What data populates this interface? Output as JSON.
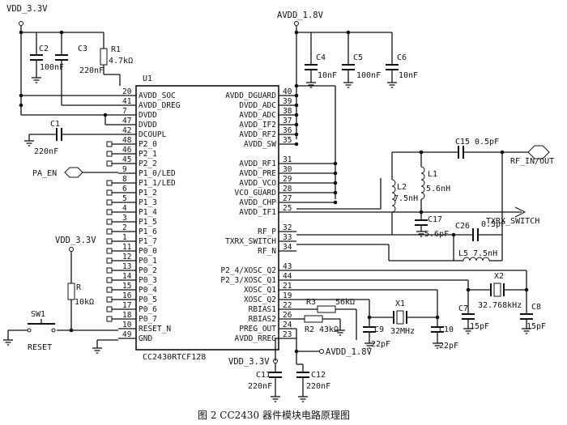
{
  "rails": {
    "vdd_top": "VDD_3.3V",
    "avdd_top": "AVDD_1.8V",
    "vdd_reset": "VDD_3.3V",
    "vdd_bottom": "VDD_3.3V",
    "avdd_bottom": "AVDD_1.8V"
  },
  "chip": {
    "ref": "U1",
    "part": "CC2430RTCF128",
    "left_pins": [
      {
        "num": "20",
        "name": "AVDD_SOC"
      },
      {
        "num": "41",
        "name": "AVDD_DREG"
      },
      {
        "num": "7",
        "name": "DVDD"
      },
      {
        "num": "47",
        "name": "DVDD"
      },
      {
        "num": "42",
        "name": "DCOUPL"
      },
      {
        "num": "48",
        "name": "P2_0"
      },
      {
        "num": "46",
        "name": "P2_1"
      },
      {
        "num": "45",
        "name": "P2_2"
      },
      {
        "num": "9",
        "name": "P1_0/LED"
      },
      {
        "num": "8",
        "name": "P1_1/LED"
      },
      {
        "num": "6",
        "name": "P1_2"
      },
      {
        "num": "5",
        "name": "P1_3"
      },
      {
        "num": "4",
        "name": "P1_4"
      },
      {
        "num": "3",
        "name": "P1_5"
      },
      {
        "num": "2",
        "name": "P1_6"
      },
      {
        "num": "1",
        "name": "P1_7"
      },
      {
        "num": "11",
        "name": "P0_0"
      },
      {
        "num": "12",
        "name": "P0_1"
      },
      {
        "num": "13",
        "name": "P0_2"
      },
      {
        "num": "14",
        "name": "P0_3"
      },
      {
        "num": "15",
        "name": "P0_4"
      },
      {
        "num": "16",
        "name": "P0_5"
      },
      {
        "num": "17",
        "name": "P0_6"
      },
      {
        "num": "18",
        "name": "P0_7"
      },
      {
        "num": "10",
        "name": "RESET_N"
      },
      {
        "num": "49",
        "name": "GND"
      }
    ],
    "right_pins": [
      {
        "num": "40",
        "name": "AVDD_DGUARD"
      },
      {
        "num": "39",
        "name": "DVDD_ADC"
      },
      {
        "num": "38",
        "name": "AVDD_ADC"
      },
      {
        "num": "37",
        "name": "AVDD_IF2"
      },
      {
        "num": "36",
        "name": "AVDD_RF2"
      },
      {
        "num": "35",
        "name": "AVDD_SW"
      },
      {
        "num": "31",
        "name": "AVDD_RF1"
      },
      {
        "num": "30",
        "name": "AVDD_PRE"
      },
      {
        "num": "29",
        "name": "AVDD_VCO"
      },
      {
        "num": "28",
        "name": "VCO_GUARD"
      },
      {
        "num": "27",
        "name": "AVDD_CHP"
      },
      {
        "num": "25",
        "name": "AVDD_IF1"
      },
      {
        "num": "32",
        "name": "RF_P"
      },
      {
        "num": "33",
        "name": "TXRX_SWITCH"
      },
      {
        "num": "34",
        "name": "RF_N"
      },
      {
        "num": "43",
        "name": "P2_4/XOSC_Q2"
      },
      {
        "num": "44",
        "name": "P2_3/XOSC_Q1"
      },
      {
        "num": "21",
        "name": "XOSC_Q1"
      },
      {
        "num": "19",
        "name": "XOSC_Q2"
      },
      {
        "num": "22",
        "name": "RBIAS1"
      },
      {
        "num": "26",
        "name": "RBIAS2"
      },
      {
        "num": "24",
        "name": "PREG_OUT"
      },
      {
        "num": "23",
        "name": "AVDD_RREG"
      }
    ]
  },
  "components": {
    "c2": {
      "ref": "C2",
      "value": "100nF"
    },
    "c3": {
      "ref": "C3",
      "value": "220nF"
    },
    "r1": {
      "ref": "R1",
      "value": "4.7kΩ"
    },
    "c1": {
      "ref": "C1",
      "value": "220nF"
    },
    "c4": {
      "ref": "C4",
      "value": "10nF"
    },
    "c5": {
      "ref": "C5",
      "value": "100nF"
    },
    "c6": {
      "ref": "C6",
      "value": "10nF"
    },
    "c15": {
      "ref": "C15",
      "value": "0.5pF"
    },
    "l1": {
      "ref": "L1",
      "value": "5.6nH"
    },
    "l2": {
      "ref": "L2",
      "value": "7.5nH"
    },
    "c17": {
      "ref": "C17",
      "value": "5.6pF"
    },
    "c26": {
      "ref": "C26",
      "value": "0.5pF"
    },
    "l5": {
      "ref": "L5",
      "value": "7.5nH"
    },
    "x2": {
      "ref": "X2",
      "value": "32.768kHz"
    },
    "c7": {
      "ref": "C7",
      "value": "15pF"
    },
    "c8": {
      "ref": "C8",
      "value": "15pF"
    },
    "r3": {
      "ref": "R3",
      "value": "56kΩ"
    },
    "r2": {
      "ref": "R2",
      "value": "43kΩ"
    },
    "x1": {
      "ref": "X1",
      "value": "32MHz"
    },
    "c9": {
      "ref": "C9",
      "value": "22pF"
    },
    "c10": {
      "ref": "C10",
      "value": "22pF"
    },
    "c11": {
      "ref": "C11",
      "value": "220nF"
    },
    "c12": {
      "ref": "C12",
      "value": "220nF"
    },
    "r": {
      "ref": "R",
      "value": "10kΩ"
    },
    "sw1": {
      "ref": "SW1",
      "label": "RESET"
    }
  },
  "nets": {
    "pa_en": "PA_EN",
    "rf_in_out": "RF_IN/OUT",
    "txrx_switch": "TXRX_SWITCH"
  },
  "caption": "图 2  CC2430 器件模块电路原理图"
}
